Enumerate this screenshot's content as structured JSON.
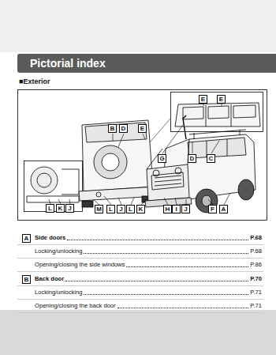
{
  "diagram": {
    "title": "Pictorial index",
    "nodes": [
      {
        "text": [
          "E"
        ]
      },
      {
        "text": [
          "E"
        ]
      },
      {
        "text": [
          "B"
        ]
      },
      {
        "text": [
          "D"
        ]
      },
      {
        "text": [
          "E"
        ]
      },
      {
        "text": [
          "G"
        ]
      },
      {
        "text": [
          "D"
        ]
      },
      {
        "text": [
          "C"
        ]
      },
      {
        "text": [
          "L"
        ]
      },
      {
        "text": [
          "K"
        ]
      },
      {
        "text": [
          "J"
        ]
      },
      {
        "text": [
          "M"
        ]
      },
      {
        "text": [
          "L"
        ]
      },
      {
        "text": [
          "J"
        ]
      },
      {
        "text": [
          "L"
        ]
      },
      {
        "text": [
          "K"
        ]
      },
      {
        "text": [
          "H"
        ]
      },
      {
        "text": [
          "I"
        ]
      },
      {
        "text": [
          "J"
        ]
      },
      {
        "text": [
          "F"
        ]
      },
      {
        "text": [
          "A"
        ]
      },
      {
        "text": [
          "A"
        ]
      },
      {
        "text": [
          "B"
        ]
      }
    ],
    "labels": [
      "■Exterior",
      "Side doors",
      "P.68",
      "Locking/unlocking",
      "P.68",
      "Opening/closing the side windows",
      "P.86",
      "Back door",
      "P.70",
      "Locking/unlocking",
      "P.71",
      "Opening/closing the back door",
      "P.71"
    ]
  }
}
